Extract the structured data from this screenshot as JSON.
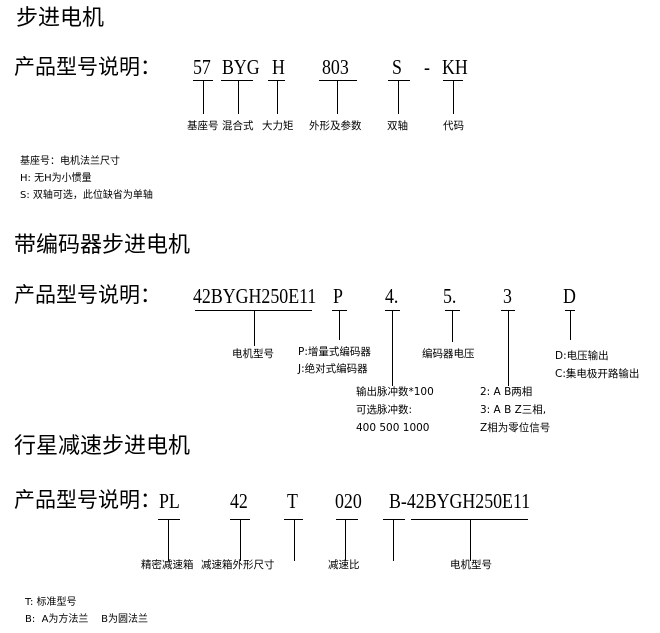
{
  "s1": {
    "title": "步进电机",
    "prefix": "产品型号说明：",
    "codes": [
      "57",
      "BYG",
      "H",
      "803",
      "S",
      "-",
      "KH"
    ],
    "labels": [
      "基座号",
      "混合式",
      "大力矩",
      "外形及参数",
      "双轴",
      "代码"
    ],
    "notes": [
      "基座号：电机法兰尺寸",
      "H:  无H为小惯量",
      "S:  双轴可选，此位缺省为单轴"
    ]
  },
  "s2": {
    "title": "带编码器步进电机",
    "prefix": "产品型号说明：",
    "codes": [
      "42BYGH250E11",
      "P",
      "4.",
      "5.",
      "3",
      "D"
    ],
    "labels": {
      "motor": "电机型号",
      "p": "P:增量式编码器",
      "j": "J:绝对式编码器",
      "voltage": "编码器电压",
      "d": "D:电压输出",
      "c": "C:集电极开路输出",
      "pulse": [
        "输出脉冲数*100",
        "可选脉冲数:",
        "400 500 1000"
      ],
      "phase": [
        "2: A B两相",
        "3: A B Z三相,",
        "Z相为零位信号"
      ]
    }
  },
  "s3": {
    "title": "行星减速步进电机",
    "prefix": "产品型号说明：",
    "codes": [
      "PL",
      "42",
      "T",
      "020",
      "B-42BYGH250E11"
    ],
    "labels": [
      "精密减速箱",
      "减速箱外形尺寸",
      "减速比",
      "电机型号"
    ],
    "notes": [
      "T:  标准型号",
      "B:  A为方法兰    B为圆法兰"
    ]
  }
}
